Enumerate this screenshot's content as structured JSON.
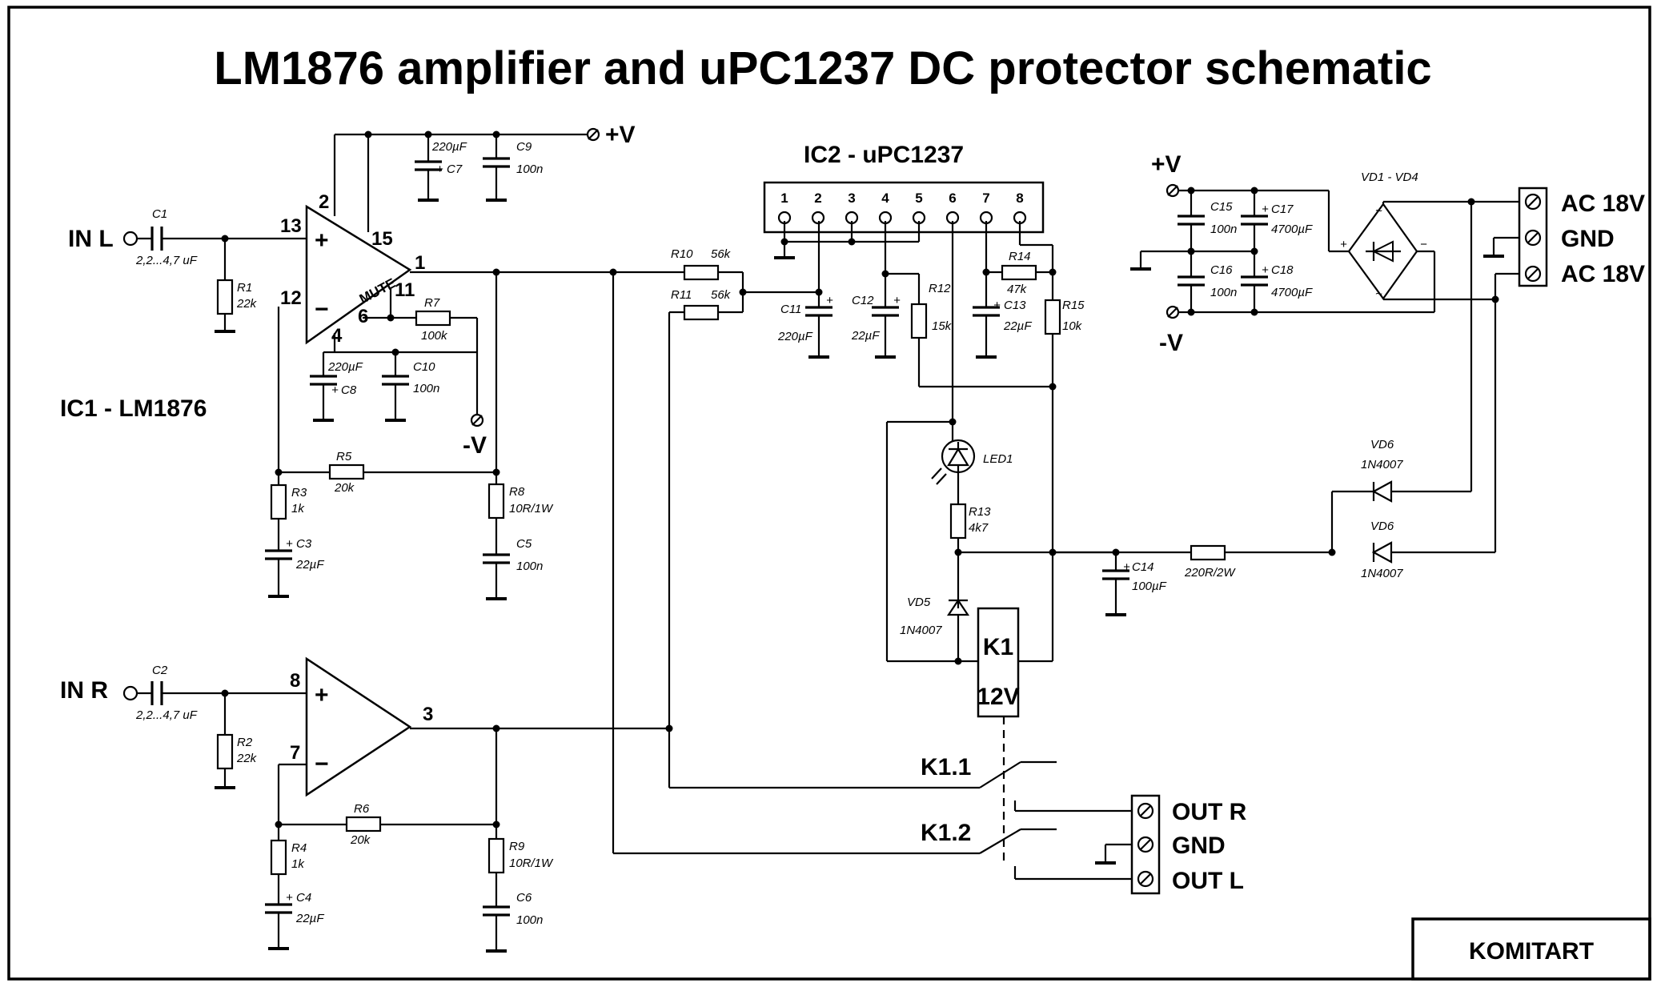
{
  "title": "LM1876 amplifier and uPC1237 DC protector schematic",
  "ic1_label": "IC1 - LM1876",
  "ic2_label": "IC2 - uPC1237",
  "footer": "KOMITART",
  "terminals": {
    "in_l": "IN L",
    "in_r": "IN R",
    "vplus": "+V",
    "vminus": "-V",
    "ps_vplus": "+V",
    "ps_vminus": "-V",
    "ac1": "AC 18V",
    "gnd_in": "GND",
    "ac2": "AC 18V",
    "out_r": "OUT R",
    "gnd_out": "GND",
    "out_l": "OUT L"
  },
  "pins": {
    "p13": "13",
    "p2": "2",
    "p15": "15",
    "p1": "1",
    "p12": "12",
    "p11": "11",
    "p6": "6",
    "p4": "4",
    "p8": "8",
    "p3": "3",
    "p7": "7",
    "mute": "MUTE",
    "plus": "+",
    "minus": "−",
    "plus_r": "+",
    "minus_r": "−"
  },
  "ic2_pins": [
    "1",
    "2",
    "3",
    "4",
    "5",
    "6",
    "7",
    "8"
  ],
  "components": {
    "c1": "C1",
    "c1_val": "2,2...4,7 uF",
    "r1": "R1",
    "r1_val": "22k",
    "c7": "C7",
    "c7_val": "220µF",
    "c9": "C9",
    "c9_val": "100n",
    "r7": "R7",
    "r7_val": "100k",
    "c8": "C8",
    "c8_val": "220µF",
    "c10": "C10",
    "c10_val": "100n",
    "r5": "R5",
    "r5_val": "20k",
    "r3": "R3",
    "r3_val": "1k",
    "c3": "C3",
    "c3_val": "22µF",
    "r8": "R8",
    "r8_val": "10R/1W",
    "c5": "C5",
    "c5_val": "100n",
    "c2": "C2",
    "c2_val": "2,2...4,7 uF",
    "r2": "R2",
    "r2_val": "22k",
    "r6": "R6",
    "r6_val": "20k",
    "r4": "R4",
    "r4_val": "1k",
    "c4": "C4",
    "c4_val": "22µF",
    "r9": "R9",
    "r9_val": "10R/1W",
    "c6": "C6",
    "c6_val": "100n",
    "r10": "R10",
    "r10_val": "56k",
    "r11": "R11",
    "r11_val": "56k",
    "c11": "C11",
    "c11_val": "220µF",
    "c12": "C12",
    "c12_val": "22µF",
    "r12": "R12",
    "r12_val": "15k",
    "r14": "R14",
    "r14_val": "47k",
    "c13": "C13",
    "c13_val": "22µF",
    "r15": "R15",
    "r15_val": "10k",
    "led1": "LED1",
    "r13": "R13",
    "r13_val": "4k7",
    "vd5": "VD5",
    "vd5_val": "1N4007",
    "k1": "K1",
    "k1_val": "12V",
    "k11": "K1.1",
    "k12": "K1.2",
    "c14": "C14",
    "c14_val": "100µF",
    "r_220": "220R/2W",
    "vd6a": "VD6",
    "vd6a_val": "1N4007",
    "vd6b": "VD6",
    "vd6b_val": "1N4007",
    "vd14": "VD1 - VD4",
    "c15": "C15",
    "c15_val": "100n",
    "c17": "C17",
    "c17_val": "4700µF",
    "c16": "C16",
    "c16_val": "100n",
    "c18": "C18",
    "c18_val": "4700µF",
    "br_plus": "+",
    "br_minus": "−",
    "br_ac1": "~",
    "br_ac2": "~"
  }
}
